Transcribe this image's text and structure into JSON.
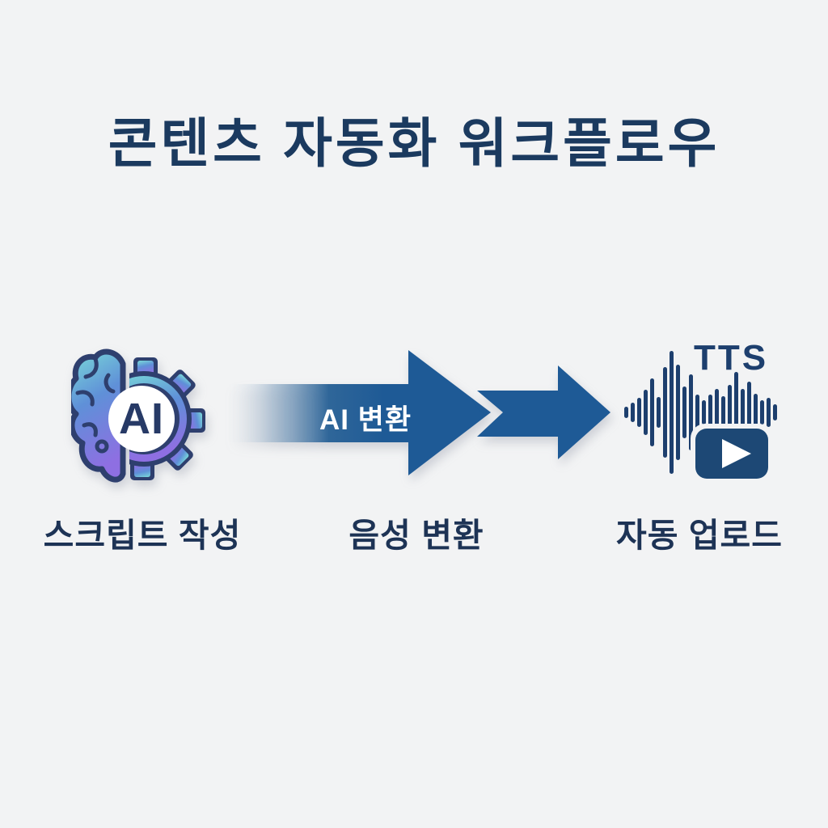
{
  "title": "콘텐츠 자동화 워크플로우",
  "workflow": {
    "steps": [
      {
        "label": "스크립트 작성",
        "icon": "ai-brain-gear-icon",
        "icon_text": "AI"
      },
      {
        "label": "음성 변환",
        "icon": "gradient-arrow-icon",
        "arrow_text": "AI 변환"
      },
      {
        "label": "자동 업로드",
        "icon": "tts-waveform-youtube-icon",
        "icon_text": "TTS"
      }
    ]
  },
  "colors": {
    "background": "#f2f3f4",
    "title_text": "#1b3a5f",
    "label_text": "#1d3355",
    "arrow_blue": "#1e5a96",
    "arrow_label_text": "#ffffff",
    "icon_navy": "#1d3f6e",
    "play_button_navy": "#1d4875",
    "icon_teal": "#7adbd8",
    "icon_purple": "#8e6fe2",
    "icon_outline_navy": "#2e3f6e"
  }
}
